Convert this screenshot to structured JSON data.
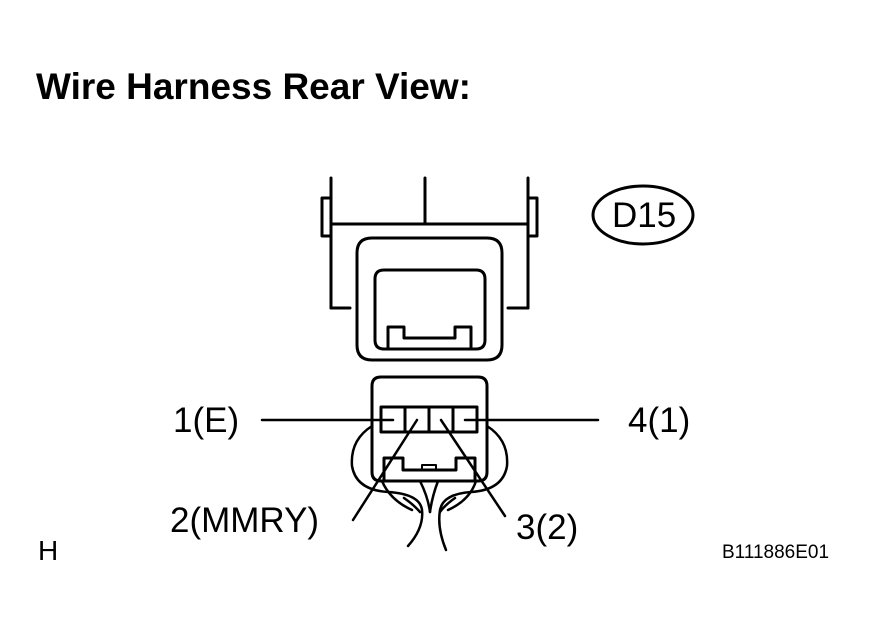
{
  "title": "Wire Harness Rear View:",
  "connector_code": "D15",
  "pins": {
    "pin1": "1(E)",
    "pin2": "2(MMRY)",
    "pin3": "3(2)",
    "pin4": "4(1)"
  },
  "corner_letter": "H",
  "figure_id": "B111886E01"
}
